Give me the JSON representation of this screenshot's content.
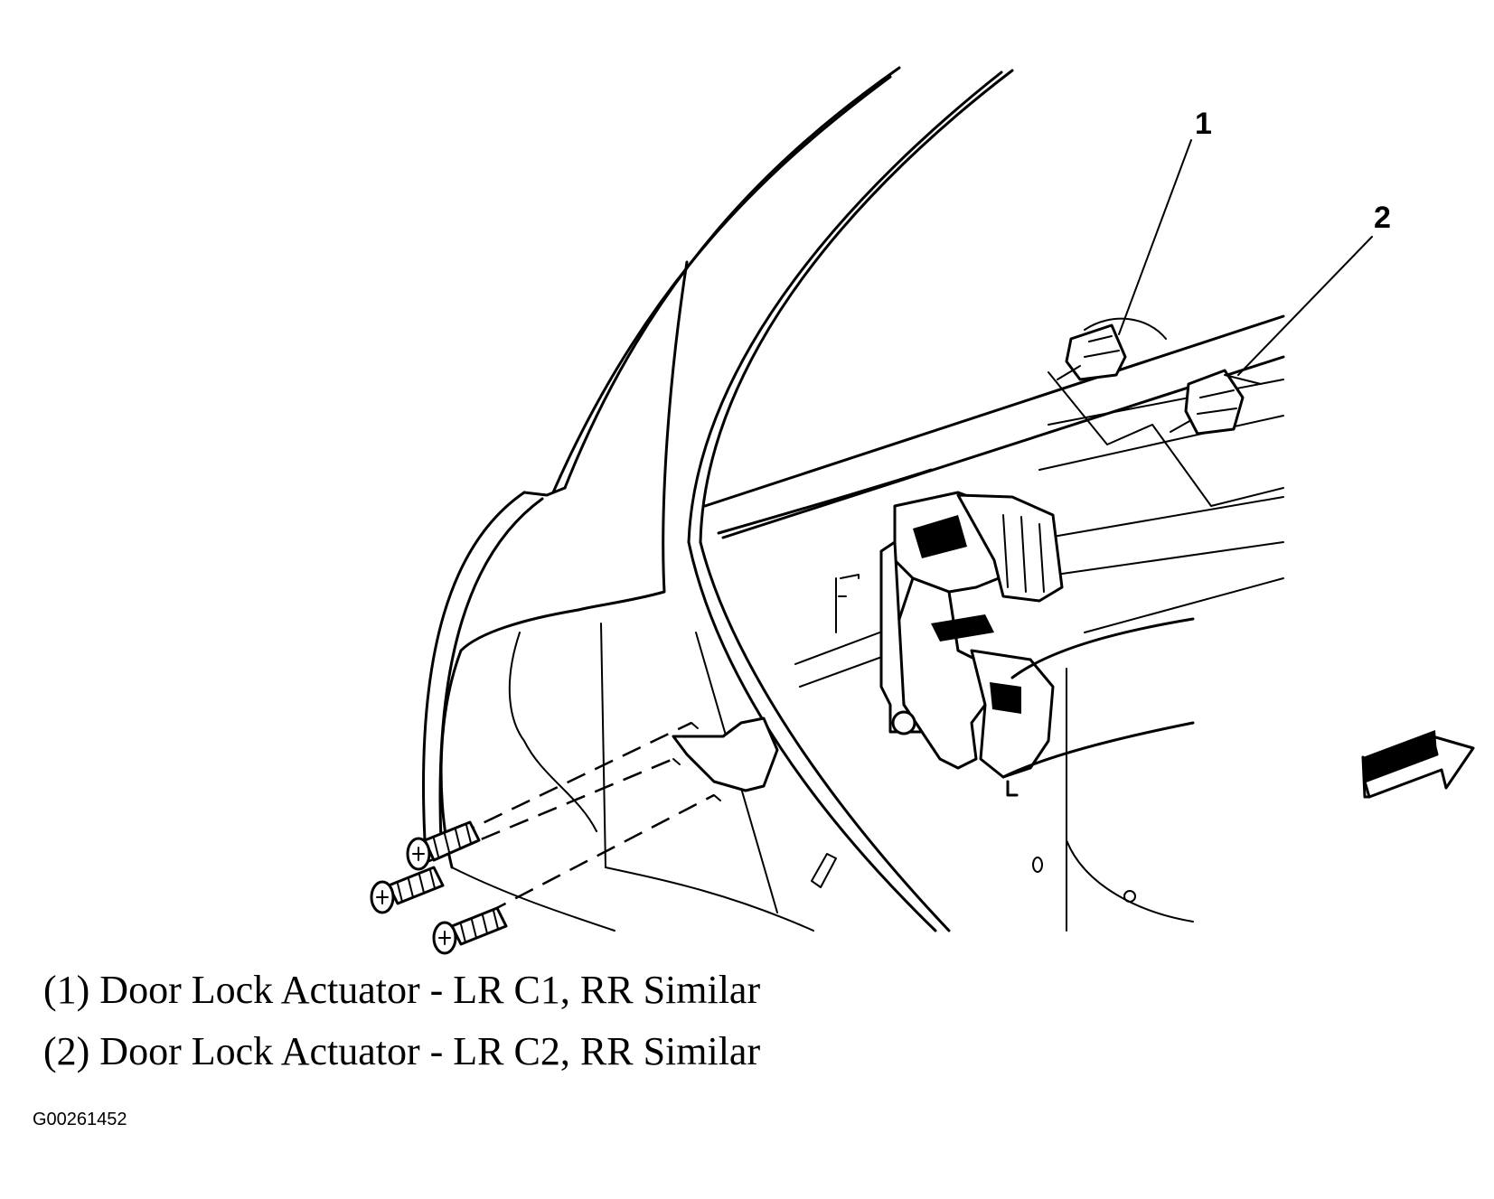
{
  "callouts": [
    {
      "number": "1"
    },
    {
      "number": "2"
    }
  ],
  "legend": [
    "(1) Door Lock Actuator - LR C1, RR Similar",
    "(2) Door Lock Actuator - LR C2, RR Similar"
  ],
  "figure_id": "G00261452"
}
